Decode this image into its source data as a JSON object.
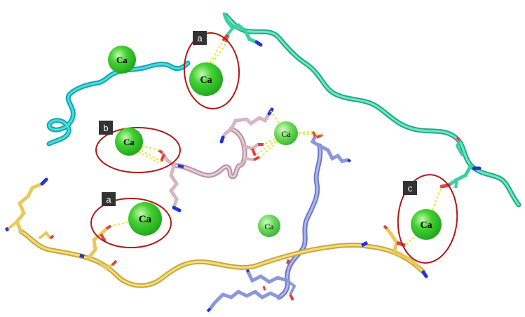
{
  "figure": {
    "background": "#ffffff",
    "atoms": [
      {
        "id": "ca-top-left-teal",
        "label": "Ca"
      },
      {
        "id": "ca-site-a-top",
        "label": "Ca"
      },
      {
        "id": "ca-site-b",
        "label": "Ca"
      },
      {
        "id": "ca-center-pink-blue",
        "label": "Ca"
      },
      {
        "id": "ca-site-a-bottom",
        "label": "Ca"
      },
      {
        "id": "ca-center-small",
        "label": "Ca"
      },
      {
        "id": "ca-site-c",
        "label": "Ca"
      }
    ],
    "badges": [
      {
        "id": "badge-a-top",
        "label": "a"
      },
      {
        "id": "badge-b",
        "label": "b"
      },
      {
        "id": "badge-a-bottom",
        "label": "a"
      },
      {
        "id": "badge-c",
        "label": "c"
      }
    ],
    "colors": {
      "calcium": "#33cc33",
      "calcium_highlight": "#b8f5a0",
      "highlight_ring": "#b01818",
      "badge_fill": "#333333",
      "chain_cyan": "#1fbcc4",
      "chain_teal": "#3ccfa0",
      "chain_pink": "#d7b6c4",
      "chain_blue": "#8b97dd",
      "chain_yellow": "#e8c95a",
      "oxygen": "#e04040",
      "nitrogen": "#2433d8",
      "coordination_bond": "#e6e82a"
    }
  }
}
